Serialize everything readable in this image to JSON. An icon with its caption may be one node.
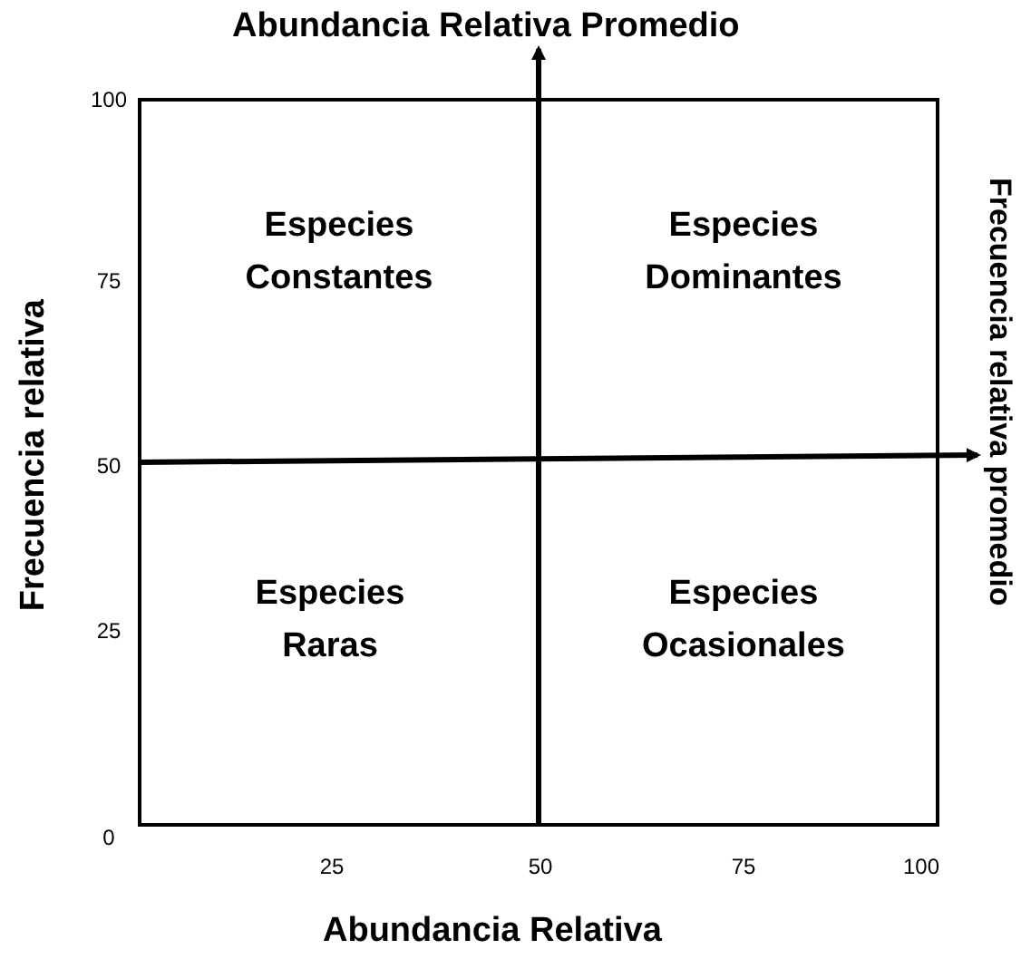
{
  "diagram": {
    "nodes": [
      {
        "text": [
          "Especies Constantes"
        ]
      },
      {
        "text": [
          "Especies Dominantes"
        ]
      },
      {
        "text": [
          "Especies Raras"
        ]
      },
      {
        "text": [
          "Especies Ocasionales"
        ]
      },
      {
        "text": [
          "Abundancia Relativa Promedio"
        ]
      },
      {
        "text": [
          "Frecuencia relativa promedio"
        ]
      }
    ],
    "edges": [
      {
        "from": null,
        "to": 4,
        "arrow": "to"
      },
      {
        "from": null,
        "to": 5,
        "arrow": "to"
      }
    ],
    "labels": [
      "100",
      "75",
      "50",
      "25",
      "0",
      "25",
      "50",
      "75",
      "100",
      "Frecuencia relativa",
      "Abundancia Relativa"
    ]
  }
}
